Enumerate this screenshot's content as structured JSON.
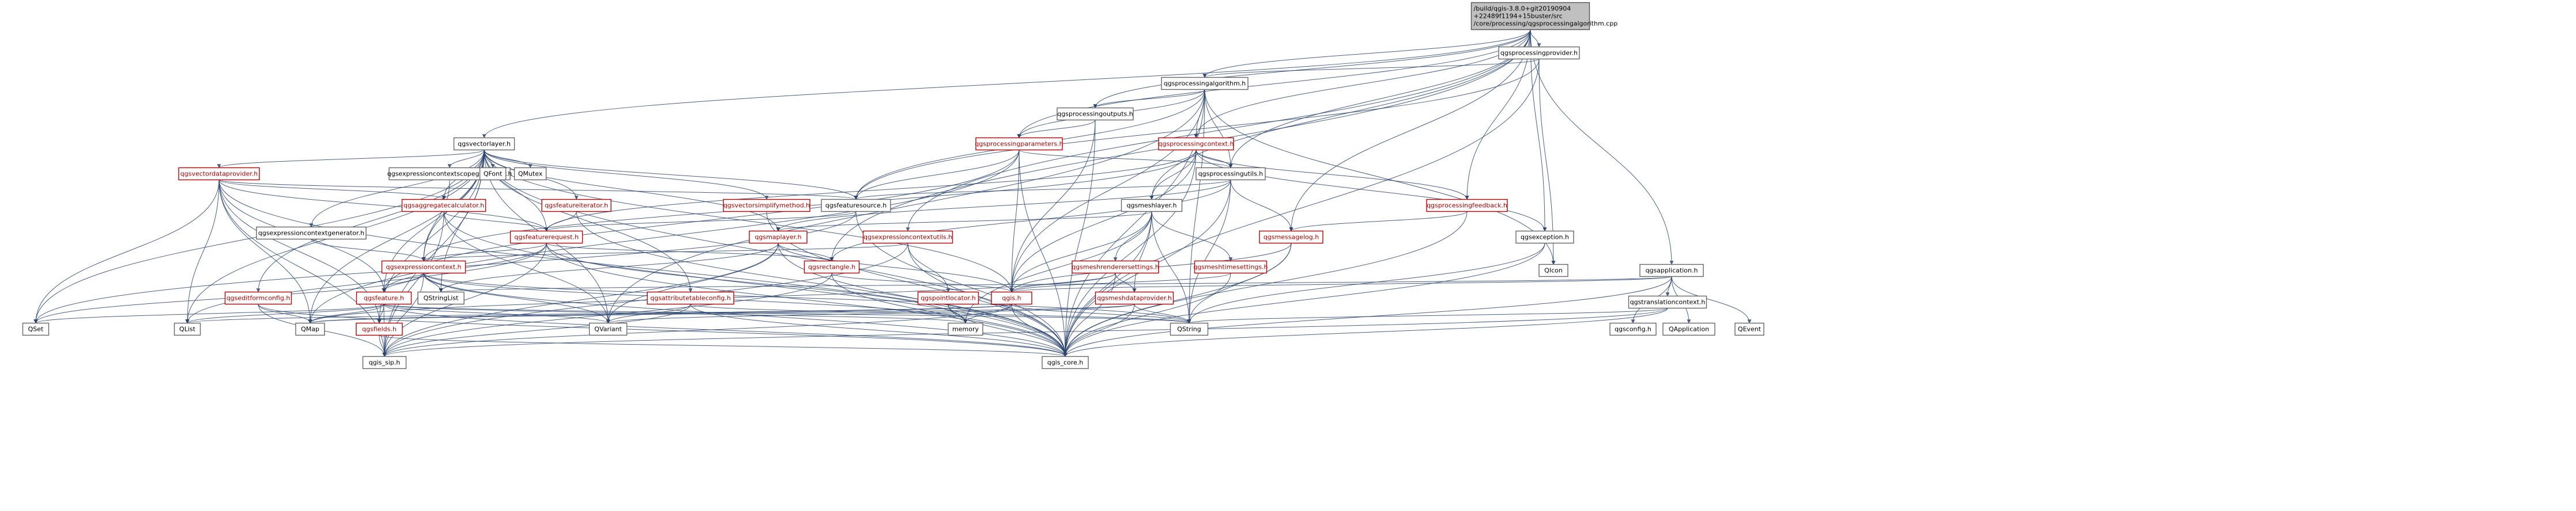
{
  "diagram": {
    "type": "include-dependency-graph",
    "colors": {
      "edge": "#2b4470",
      "normal_border": "#666666",
      "missing_border": "#c00000",
      "root_fill": "#c0c0c0"
    },
    "nodes": [
      {
        "id": "root",
        "label": [
          "/build/qgis-3.8.0+git20190904",
          "+22489f1194+15buster/src",
          "/core/processing/qgsprocessingalgorithm.cpp"
        ],
        "kind": "root"
      },
      {
        "id": "qgsprocessingprovider",
        "label": [
          "qgsprocessingprovider.h"
        ],
        "kind": "normal"
      },
      {
        "id": "qgsprocessingalgorithm",
        "label": [
          "qgsprocessingalgorithm.h"
        ],
        "kind": "normal"
      },
      {
        "id": "qgsprocessingoutputs",
        "label": [
          "qgsprocessingoutputs.h"
        ],
        "kind": "normal"
      },
      {
        "id": "qgsprocessingparameters",
        "label": [
          "qgsprocessingparameters.h"
        ],
        "kind": "missing"
      },
      {
        "id": "qgsprocessingcontext",
        "label": [
          "qgsprocessingcontext.h"
        ],
        "kind": "missing"
      },
      {
        "id": "qgsprocessingutils",
        "label": [
          "qgsprocessingutils.h"
        ],
        "kind": "normal"
      },
      {
        "id": "qgsprocessingfeedback",
        "label": [
          "qgsprocessingfeedback.h"
        ],
        "kind": "missing"
      },
      {
        "id": "qgsvectorlayer",
        "label": [
          "qgsvectorlayer.h"
        ],
        "kind": "normal"
      },
      {
        "id": "qgsvectordataprovider",
        "label": [
          "qgsvectordataprovider.h"
        ],
        "kind": "missing"
      },
      {
        "id": "qgsexpressioncontextscopegenerator",
        "label": [
          "qgsexpressioncontextscopegenerator.h"
        ],
        "kind": "normal"
      },
      {
        "id": "qgsexpressioncontextgenerator",
        "label": [
          "qgsexpressioncontextgenerator.h"
        ],
        "kind": "normal"
      },
      {
        "id": "qgsaggregatecalculator",
        "label": [
          "qgsaggregatecalculator.h"
        ],
        "kind": "missing"
      },
      {
        "id": "qgsfeatureiterator",
        "label": [
          "qgsfeatureiterator.h"
        ],
        "kind": "missing"
      },
      {
        "id": "qgsvectorsimplifymethod",
        "label": [
          "qgsvectorsimplifymethod.h"
        ],
        "kind": "missing"
      },
      {
        "id": "qgsfeaturesource",
        "label": [
          "qgsfeaturesource.h"
        ],
        "kind": "normal"
      },
      {
        "id": "qgsfeaturerequest",
        "label": [
          "qgsfeaturerequest.h"
        ],
        "kind": "missing"
      },
      {
        "id": "qgsmaplayer",
        "label": [
          "qgsmaplayer.h"
        ],
        "kind": "missing"
      },
      {
        "id": "qgsexpressioncontextutils",
        "label": [
          "qgsexpressioncontextutils.h"
        ],
        "kind": "missing"
      },
      {
        "id": "qgsexpressioncontext",
        "label": [
          "qgsexpressioncontext.h"
        ],
        "kind": "missing"
      },
      {
        "id": "qgseditformconfig",
        "label": [
          "qgseditformconfig.h"
        ],
        "kind": "missing"
      },
      {
        "id": "qgsfeature",
        "label": [
          "qgsfeature.h"
        ],
        "kind": "missing"
      },
      {
        "id": "qgsfields",
        "label": [
          "qgsfields.h"
        ],
        "kind": "missing"
      },
      {
        "id": "qgsattributetableconfig",
        "label": [
          "qgsattributetableconfig.h"
        ],
        "kind": "missing"
      },
      {
        "id": "qgsrectangle",
        "label": [
          "qgsrectangle.h"
        ],
        "kind": "missing"
      },
      {
        "id": "qgspointlocator",
        "label": [
          "qgspointlocator.h"
        ],
        "kind": "missing"
      },
      {
        "id": "qgsmeshlayer",
        "label": [
          "qgsmeshlayer.h"
        ],
        "kind": "normal"
      },
      {
        "id": "qgsmeshrenderersettings",
        "label": [
          "qgsmeshrenderersettings.h"
        ],
        "kind": "missing"
      },
      {
        "id": "qgsmeshtimesettings",
        "label": [
          "qgsmeshtimesettings.h"
        ],
        "kind": "missing"
      },
      {
        "id": "qgsmeshdataprovider",
        "label": [
          "qgsmeshdataprovider.h"
        ],
        "kind": "missing"
      },
      {
        "id": "qgsmessagelog",
        "label": [
          "qgsmessagelog.h"
        ],
        "kind": "missing"
      },
      {
        "id": "qgsexception",
        "label": [
          "qgsexception.h"
        ],
        "kind": "normal"
      },
      {
        "id": "qgsapplication",
        "label": [
          "qgsapplication.h"
        ],
        "kind": "normal"
      },
      {
        "id": "qgstranslationcontext",
        "label": [
          "qgstranslationcontext.h"
        ],
        "kind": "normal"
      },
      {
        "id": "qgis",
        "label": [
          "qgis.h"
        ],
        "kind": "missing"
      },
      {
        "id": "qgis_sip",
        "label": [
          "qgis_sip.h"
        ],
        "kind": "normal"
      },
      {
        "id": "qgis_core",
        "label": [
          "qgis_core.h"
        ],
        "kind": "normal"
      },
      {
        "id": "QSet",
        "label": [
          "QSet"
        ],
        "kind": "normal"
      },
      {
        "id": "QList",
        "label": [
          "QList"
        ],
        "kind": "normal"
      },
      {
        "id": "QMap",
        "label": [
          "QMap"
        ],
        "kind": "normal"
      },
      {
        "id": "QVariant",
        "label": [
          "QVariant"
        ],
        "kind": "normal"
      },
      {
        "id": "QStringList",
        "label": [
          "QStringList"
        ],
        "kind": "normal"
      },
      {
        "id": "memory",
        "label": [
          "memory"
        ],
        "kind": "normal"
      },
      {
        "id": "QString",
        "label": [
          "QString"
        ],
        "kind": "normal"
      },
      {
        "id": "QIcon",
        "label": [
          "QIcon"
        ],
        "kind": "normal"
      },
      {
        "id": "QFont",
        "label": [
          "QFont"
        ],
        "kind": "normal"
      },
      {
        "id": "QMutex",
        "label": [
          "QMutex"
        ],
        "kind": "normal"
      },
      {
        "id": "qgsconfig",
        "label": [
          "qgsconfig.h"
        ],
        "kind": "normal"
      },
      {
        "id": "QApplication",
        "label": [
          "QApplication"
        ],
        "kind": "normal"
      },
      {
        "id": "QEvent",
        "label": [
          "QEvent"
        ],
        "kind": "normal"
      }
    ],
    "edges": [
      [
        "root",
        "qgsprocessingprovider"
      ],
      [
        "root",
        "qgsprocessingalgorithm"
      ],
      [
        "root",
        "qgsprocessingoutputs"
      ],
      [
        "root",
        "qgsprocessingparameters"
      ],
      [
        "root",
        "qgsprocessingcontext"
      ],
      [
        "root",
        "qgsprocessingutils"
      ],
      [
        "root",
        "qgsprocessingfeedback"
      ],
      [
        "root",
        "qgsvectorlayer"
      ],
      [
        "root",
        "qgsmeshlayer"
      ],
      [
        "root",
        "qgsexpressioncontextutils"
      ],
      [
        "root",
        "qgsexception"
      ],
      [
        "root",
        "qgsapplication"
      ],
      [
        "root",
        "qgsmessagelog"
      ],
      [
        "root",
        "qgsrectangle"
      ],
      [
        "qgsprocessingprovider",
        "qgsprocessingalgorithm"
      ],
      [
        "qgsprocessingprovider",
        "qgis_core"
      ],
      [
        "qgsprocessingprovider",
        "QIcon"
      ],
      [
        "qgsprocessingprovider",
        "qgsfeaturesource"
      ],
      [
        "qgsprocessingalgorithm",
        "qgsprocessingoutputs"
      ],
      [
        "qgsprocessingalgorithm",
        "qgsprocessingparameters"
      ],
      [
        "qgsprocessingalgorithm",
        "qgsprocessingcontext"
      ],
      [
        "qgsprocessingalgorithm",
        "qgsprocessingutils"
      ],
      [
        "qgsprocessingalgorithm",
        "qgsfeaturesource"
      ],
      [
        "qgsprocessingalgorithm",
        "qgis_core"
      ],
      [
        "qgsprocessingalgorithm",
        "QString"
      ],
      [
        "qgsprocessingalgorithm",
        "QVariant"
      ],
      [
        "qgsprocessingalgorithm",
        "QIcon"
      ],
      [
        "qgsprocessingalgorithm",
        "qgis"
      ],
      [
        "qgsprocessingoutputs",
        "qgsprocessingparameters"
      ],
      [
        "qgsprocessingoutputs",
        "qgis"
      ],
      [
        "qgsprocessingoutputs",
        "qgis_core"
      ],
      [
        "qgsprocessingparameters",
        "qgsprocessingutils"
      ],
      [
        "qgsprocessingparameters",
        "qgsfeaturesource"
      ],
      [
        "qgsprocessingparameters",
        "qgis"
      ],
      [
        "qgsprocessingparameters",
        "qgsfeature"
      ],
      [
        "qgsprocessingparameters",
        "qgis_core"
      ],
      [
        "qgsprocessingparameters",
        "QMap"
      ],
      [
        "qgsprocessingcontext",
        "qgsprocessingutils"
      ],
      [
        "qgsprocessingcontext",
        "qgsexpressioncontext"
      ],
      [
        "qgsprocessingcontext",
        "qgis"
      ],
      [
        "qgsprocessingcontext",
        "qgsprocessingfeedback"
      ],
      [
        "qgsprocessingcontext",
        "qgsexception"
      ],
      [
        "qgsprocessingcontext",
        "qgis_core"
      ],
      [
        "qgsprocessingcontext",
        "qgsfeaturerequest"
      ],
      [
        "qgsprocessingcontext",
        "qgsmeshlayer"
      ],
      [
        "qgsprocessingutils",
        "qgsfeaturesource"
      ],
      [
        "qgsprocessingutils",
        "qgsmessagelog"
      ],
      [
        "qgsprocessingutils",
        "qgis_core"
      ],
      [
        "qgsprocessingutils",
        "QString"
      ],
      [
        "qgsprocessingutils",
        "qgsrectangle"
      ],
      [
        "qgsprocessingutils",
        "qgsmaplayer"
      ],
      [
        "qgsprocessingfeedback",
        "qgsmessagelog"
      ],
      [
        "qgsprocessingfeedback",
        "qgis_core"
      ],
      [
        "qgsvectorlayer",
        "qgsvectordataprovider"
      ],
      [
        "qgsvectorlayer",
        "qgsexpressioncontextscopegenerator"
      ],
      [
        "qgsvectorlayer",
        "qgsexpressioncontextgenerator"
      ],
      [
        "qgsvectorlayer",
        "qgsaggregatecalculator"
      ],
      [
        "qgsvectorlayer",
        "qgsfeatureiterator"
      ],
      [
        "qgsvectorlayer",
        "qgsvectorsimplifymethod"
      ],
      [
        "qgsvectorlayer",
        "qgsfeaturesource"
      ],
      [
        "qgsvectorlayer",
        "qgsfeaturerequest"
      ],
      [
        "qgsvectorlayer",
        "qgsmaplayer"
      ],
      [
        "qgsvectorlayer",
        "qgsexpressioncontext"
      ],
      [
        "qgsvectorlayer",
        "qgseditformconfig"
      ],
      [
        "qgsvectorlayer",
        "qgsfeature"
      ],
      [
        "qgsvectorlayer",
        "qgsfields"
      ],
      [
        "qgsvectorlayer",
        "qgsattributetableconfig"
      ],
      [
        "qgsvectorlayer",
        "QFont"
      ],
      [
        "qgsvectorlayer",
        "QMutex"
      ],
      [
        "qgsvectorlayer",
        "QSet"
      ],
      [
        "qgsvectorlayer",
        "QList"
      ],
      [
        "qgsvectorlayer",
        "QMap"
      ],
      [
        "qgsvectorlayer",
        "QStringList"
      ],
      [
        "qgsvectorlayer",
        "qgis_core"
      ],
      [
        "qgsvectorlayer",
        "qgis_sip"
      ],
      [
        "qgsvectorlayer",
        "qgis"
      ],
      [
        "qgsvectorlayer",
        "QVariant"
      ],
      [
        "qgsvectordataprovider",
        "qgsfeaturesource"
      ],
      [
        "qgsvectordataprovider",
        "qgsaggregatecalculator"
      ],
      [
        "qgsvectordataprovider",
        "qgsfeature"
      ],
      [
        "qgsvectordataprovider",
        "qgsfeaturerequest"
      ],
      [
        "qgsvectordataprovider",
        "qgsfields"
      ],
      [
        "qgsvectordataprovider",
        "QSet"
      ],
      [
        "qgsvectordataprovider",
        "QList"
      ],
      [
        "qgsvectordataprovider",
        "QMap"
      ],
      [
        "qgsvectordataprovider",
        "qgis_sip"
      ],
      [
        "qgsvectordataprovider",
        "qgis_core"
      ],
      [
        "qgsexpressioncontextscopegenerator",
        "qgsexpressioncontext"
      ],
      [
        "qgsexpressioncontextgenerator",
        "qgsexpressioncontext"
      ],
      [
        "qgsaggregatecalculator",
        "qgsfeaturerequest"
      ],
      [
        "qgsaggregatecalculator",
        "qgis_core"
      ],
      [
        "qgsaggregatecalculator",
        "QVariant"
      ],
      [
        "qgsaggregatecalculator",
        "qgis_sip"
      ],
      [
        "qgsfeatureiterator",
        "qgsfeaturerequest"
      ],
      [
        "qgsfeatureiterator",
        "qgis_core"
      ],
      [
        "qgsvectorsimplifymethod",
        "qgis_core"
      ],
      [
        "qgsfeaturesource",
        "qgsfeaturerequest"
      ],
      [
        "qgsfeaturesource",
        "qgis_core"
      ],
      [
        "qgsfeaturesource",
        "QSet"
      ],
      [
        "qgsfeaturerequest",
        "qgsexpressioncontext"
      ],
      [
        "qgsfeaturerequest",
        "qgsfeature"
      ],
      [
        "qgsfeaturerequest",
        "qgsrectangle"
      ],
      [
        "qgsfeaturerequest",
        "QList"
      ],
      [
        "qgsfeaturerequest",
        "qgis_core"
      ],
      [
        "qgsfeaturerequest",
        "qgis_sip"
      ],
      [
        "qgsfeaturerequest",
        "memory"
      ],
      [
        "qgsmaplayer",
        "qgsrectangle"
      ],
      [
        "qgsmaplayer",
        "qgis"
      ],
      [
        "qgsmaplayer",
        "QVariant"
      ],
      [
        "qgsmaplayer",
        "qgis_core"
      ],
      [
        "qgsmaplayer",
        "qgis_sip"
      ],
      [
        "qgsmaplayer",
        "QStringList"
      ],
      [
        "qgsexpressioncontextutils",
        "qgsexpressioncontext"
      ],
      [
        "qgsexpressioncontextutils",
        "qgspointlocator"
      ],
      [
        "qgsexpressioncontextutils",
        "qgis_core"
      ],
      [
        "qgsexpressioncontextutils",
        "qgis_sip"
      ],
      [
        "qgsexpressioncontext",
        "qgsfeature"
      ],
      [
        "qgsexpressioncontext",
        "QVariant"
      ],
      [
        "qgsexpressioncontext",
        "QSet"
      ],
      [
        "qgsexpressioncontext",
        "QStringList"
      ],
      [
        "qgsexpressioncontext",
        "qgis_core"
      ],
      [
        "qgsexpressioncontext",
        "qgis_sip"
      ],
      [
        "qgsexpressioncontext",
        "QString"
      ],
      [
        "qgsexpressioncontext",
        "memory"
      ],
      [
        "qgseditformconfig",
        "QMap"
      ],
      [
        "qgseditformconfig",
        "qgis_core"
      ],
      [
        "qgseditformconfig",
        "qgis_sip"
      ],
      [
        "qgsfeature",
        "qgsfields"
      ],
      [
        "qgsfeature",
        "QMap"
      ],
      [
        "qgsfeature",
        "QList"
      ],
      [
        "qgsfeature",
        "QVariant"
      ],
      [
        "qgsfeature",
        "QSet"
      ],
      [
        "qgsfeature",
        "qgis_core"
      ],
      [
        "qgsfeature",
        "qgis_sip"
      ],
      [
        "qgsfeature",
        "memory"
      ],
      [
        "qgsfeature",
        "QString"
      ],
      [
        "qgsfields",
        "qgis_core"
      ],
      [
        "qgsfields",
        "qgis_sip"
      ],
      [
        "qgsattributetableconfig",
        "QVariant"
      ],
      [
        "qgsattributetableconfig",
        "qgis_core"
      ],
      [
        "qgsattributetableconfig",
        "qgis_sip"
      ],
      [
        "qgsattributetableconfig",
        "QString"
      ],
      [
        "qgsrectangle",
        "qgis_core"
      ],
      [
        "qgsrectangle",
        "qgis"
      ],
      [
        "qgsrectangle",
        "qgis_sip"
      ],
      [
        "qgspointlocator",
        "qgis_core"
      ],
      [
        "qgspointlocator",
        "memory"
      ],
      [
        "qgsmeshlayer",
        "qgsmeshrenderersettings"
      ],
      [
        "qgsmeshlayer",
        "qgsmeshtimesettings"
      ],
      [
        "qgsmeshlayer",
        "qgsmeshdataprovider"
      ],
      [
        "qgsmeshlayer",
        "qgis_core"
      ],
      [
        "qgsmeshlayer",
        "qgis"
      ],
      [
        "qgsmeshlayer",
        "memory"
      ],
      [
        "qgsmeshlayer",
        "QString"
      ],
      [
        "qgsmeshlayer",
        "qgsmaplayer"
      ],
      [
        "qgsmeshrenderersettings",
        "qgis_core"
      ],
      [
        "qgsmeshrenderersettings",
        "qgis"
      ],
      [
        "qgsmeshrenderersettings",
        "qgsmeshdataprovider"
      ],
      [
        "qgsmeshrenderersettings",
        "QMap"
      ],
      [
        "qgsmeshtimesettings",
        "qgis_core"
      ],
      [
        "qgsmeshtimesettings",
        "qgis"
      ],
      [
        "qgsmeshdataprovider",
        "qgis_core"
      ],
      [
        "qgsmeshdataprovider",
        "QString"
      ],
      [
        "qgsmeshdataprovider",
        "QVariant"
      ],
      [
        "qgsmeshdataprovider",
        "QMap"
      ],
      [
        "qgsmessagelog",
        "qgis_core"
      ],
      [
        "qgsmessagelog",
        "qgis"
      ],
      [
        "qgsmessagelog",
        "QString"
      ],
      [
        "qgsexception",
        "qgis_core"
      ],
      [
        "qgsexception",
        "QString"
      ],
      [
        "qgsapplication",
        "qgis_core"
      ],
      [
        "qgsapplication",
        "qgsconfig"
      ],
      [
        "qgsapplication",
        "QApplication"
      ],
      [
        "qgsapplication",
        "QEvent"
      ],
      [
        "qgsapplication",
        "qgstranslationcontext"
      ],
      [
        "qgsapplication",
        "QStringList"
      ],
      [
        "qgsapplication",
        "qgis"
      ],
      [
        "qgstranslationcontext",
        "qgis_core"
      ],
      [
        "qgstranslationcontext",
        "QString"
      ],
      [
        "qgstranslationcontext",
        "qgis_sip"
      ],
      [
        "qgis",
        "qgis_core"
      ],
      [
        "qgis",
        "qgis_sip"
      ],
      [
        "qgis",
        "QString"
      ],
      [
        "qgis",
        "memory"
      ],
      [
        "qgis",
        "QMap"
      ],
      [
        "qgis",
        "QList"
      ]
    ]
  }
}
